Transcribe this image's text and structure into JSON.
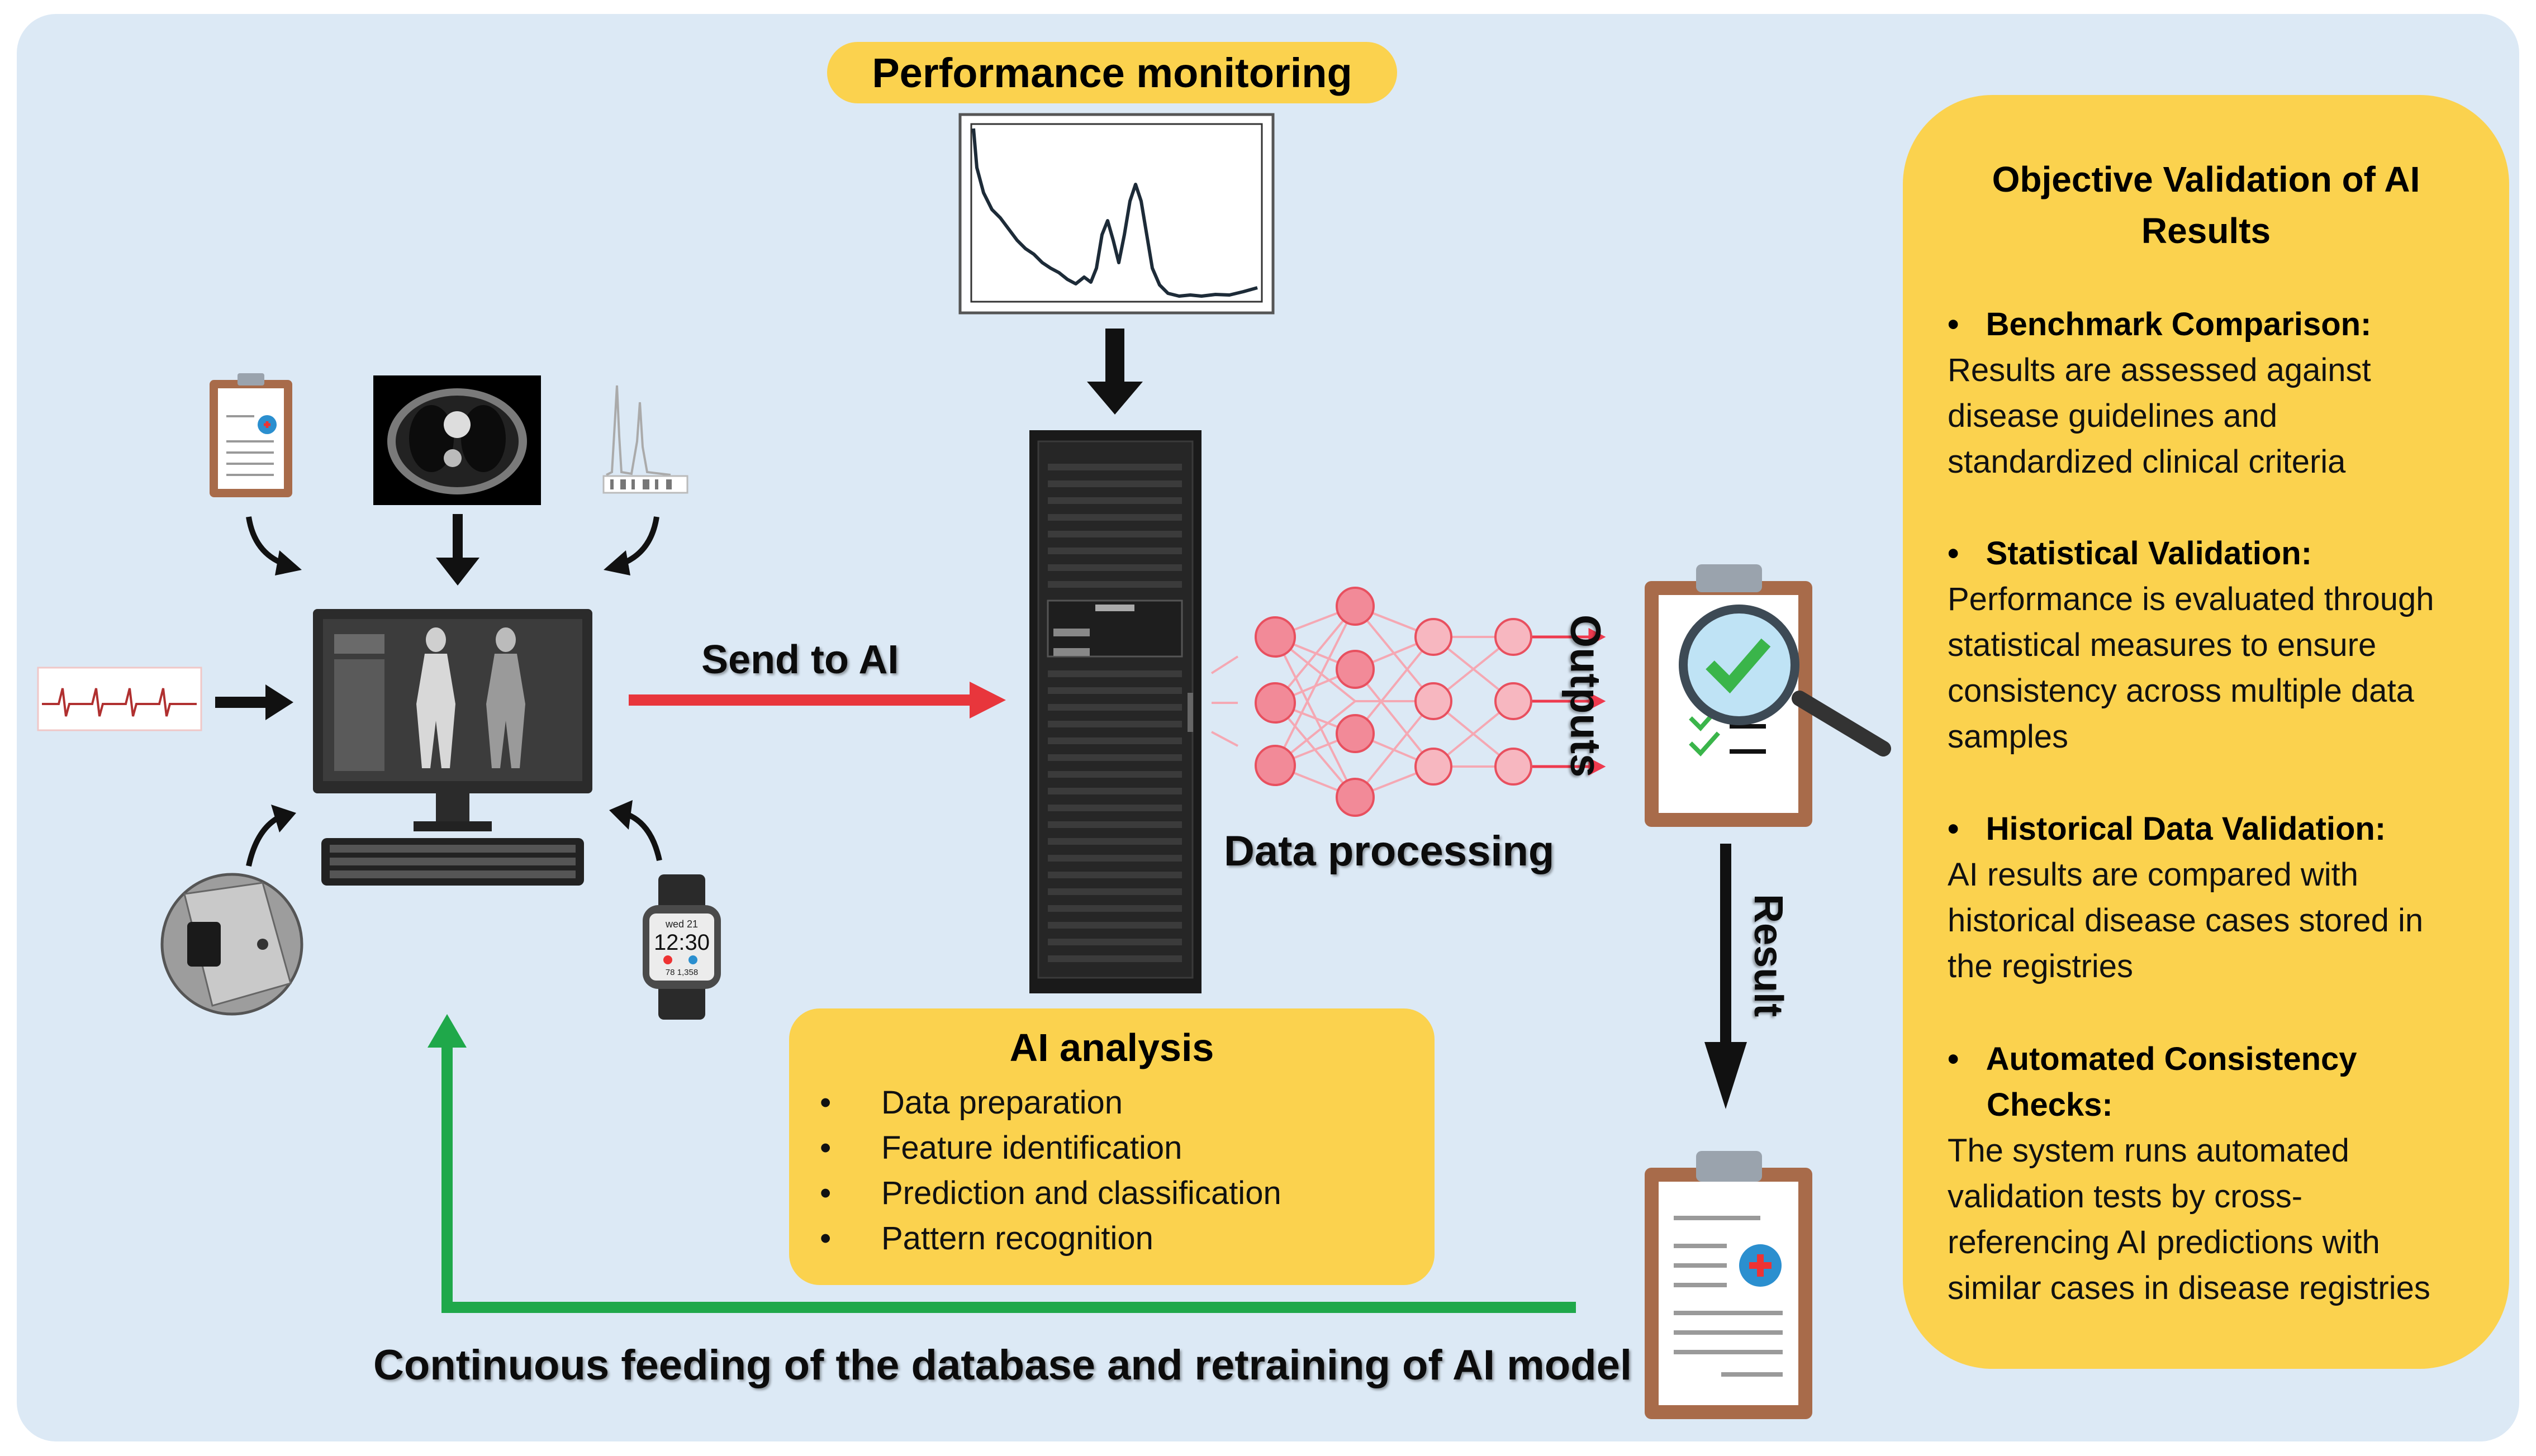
{
  "labels": {
    "performance_monitoring": "Performance monitoring",
    "send_to_ai": "Send to AI",
    "data_processing": "Data processing",
    "outputs": "Outputs",
    "result": "Result",
    "continuous_feeding": "Continuous feeding of the database and retraining of AI model"
  },
  "ai_analysis": {
    "title": "AI analysis",
    "items": [
      "Data preparation",
      "Feature identification",
      "Prediction and classification",
      "Pattern recognition"
    ]
  },
  "validation": {
    "title_line1": "Objective Validation of AI",
    "title_line2": "Results",
    "sections": [
      {
        "heading": "Benchmark Comparison:",
        "lines": [
          "Results are assessed against",
          "disease guidelines and",
          "standardized clinical criteria"
        ]
      },
      {
        "heading": "Statistical Validation:",
        "lines": [
          "Performance is evaluated through",
          "statistical measures to ensure",
          "consistency across multiple data",
          "samples"
        ]
      },
      {
        "heading": "Historical Data Validation:",
        "lines": [
          "AI results are compared with",
          "historical disease cases stored in",
          "the registries"
        ]
      },
      {
        "heading": "Automated Consistency",
        "heading2": "Checks:",
        "lines": [
          "The system runs automated",
          "validation tests by cross-",
          "referencing AI predictions with",
          "similar cases in disease registries"
        ]
      }
    ]
  },
  "watch": {
    "date": "wed 21",
    "time": "12:30",
    "stats": "78   1,358"
  },
  "colors": {
    "panel": "#dce9f5",
    "yellow": "#fbd24e",
    "red_arrow": "#e8363c",
    "green_arrow": "#1fa84a",
    "neural": "#f59aa8"
  }
}
